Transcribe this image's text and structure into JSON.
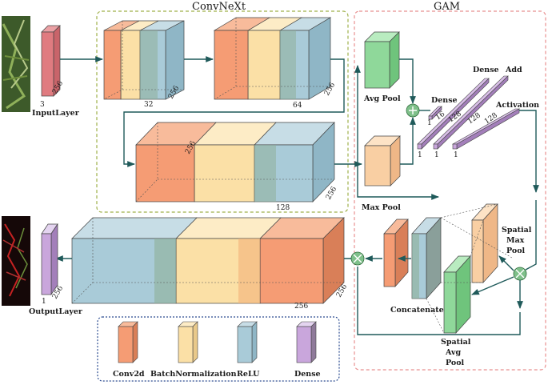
{
  "sections": {
    "convnext_title": "ConvNeXt",
    "gam_title": "GAM"
  },
  "labels": {
    "input_layer": "InputLayer",
    "output_layer": "OutputLayer",
    "avg_pool": "Avg Pool",
    "max_pool": "Max Pool",
    "dense_top": "Dense",
    "add": "Add",
    "dense_mid": "Dense",
    "activation": "Activation",
    "concatenate": "Concatenate",
    "spatial_max_pool": [
      "Spatial",
      "Max",
      "Pool"
    ],
    "spatial_avg_pool": [
      "Spatial",
      "Avg",
      "Pool"
    ]
  },
  "dims": {
    "input_channels": "3",
    "input_size": "256",
    "block1_channels": "32",
    "block1_size": "256",
    "block2_channels": "64",
    "block2_size": "256",
    "block3_channels": "128",
    "block3_size": "256",
    "block3_side": "256",
    "dense_16": "16",
    "dense_128a": "128",
    "dense_128b": "128",
    "dense_128c": "128",
    "dense_one_a": "1",
    "dense_one_b": "1",
    "dense_one_c": "1",
    "dense_one_d": "1",
    "output_channels": "1",
    "output_size": "256",
    "final_size": "256",
    "final_channels": "256"
  },
  "legend": {
    "conv2d": "Conv2d",
    "batchnorm": "BatchNormalization",
    "relu": "ReLU",
    "dense": "Dense"
  },
  "colors": {
    "conv2d": "#f59c74",
    "batchnorm": "#fbe0a6",
    "relu": "#a9cbd8",
    "dense": "#c9a6dc",
    "input": "#e07b80",
    "pool": "#8fd89a",
    "maxpool": "#f9cfa3",
    "arrow": "#1f5a5a",
    "convnext_border": "#9fb04a",
    "gam_border": "#e89090",
    "legend_border": "#2a4a8f",
    "op_circle": "#7fc08a"
  }
}
